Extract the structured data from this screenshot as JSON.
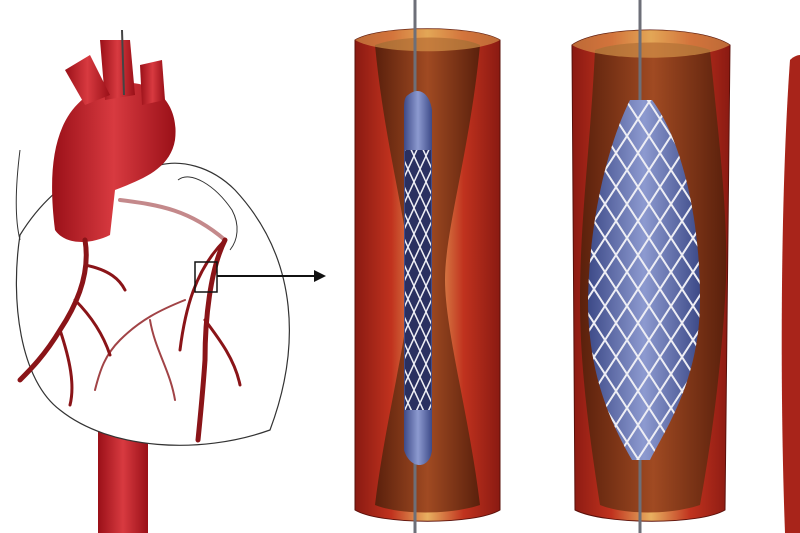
{
  "illustration": {
    "subject": "coronary-stent-placement",
    "panels": [
      "heart-with-coronary-arteries",
      "artery-with-collapsed-stent-on-balloon",
      "artery-with-expanded-stent",
      "artery-partial"
    ],
    "colors": {
      "background": "#ffffff",
      "artery_wall": "#b3261e",
      "artery_wall_dark": "#7a1410",
      "plaque": "#e8c070",
      "lumen": "#6e2a14",
      "aorta": "#c0191f",
      "balloon": "#5a6aa8",
      "stent_wire": "#e8e8ee",
      "guide_wire": "#6d6f78",
      "outline": "#222222"
    }
  }
}
